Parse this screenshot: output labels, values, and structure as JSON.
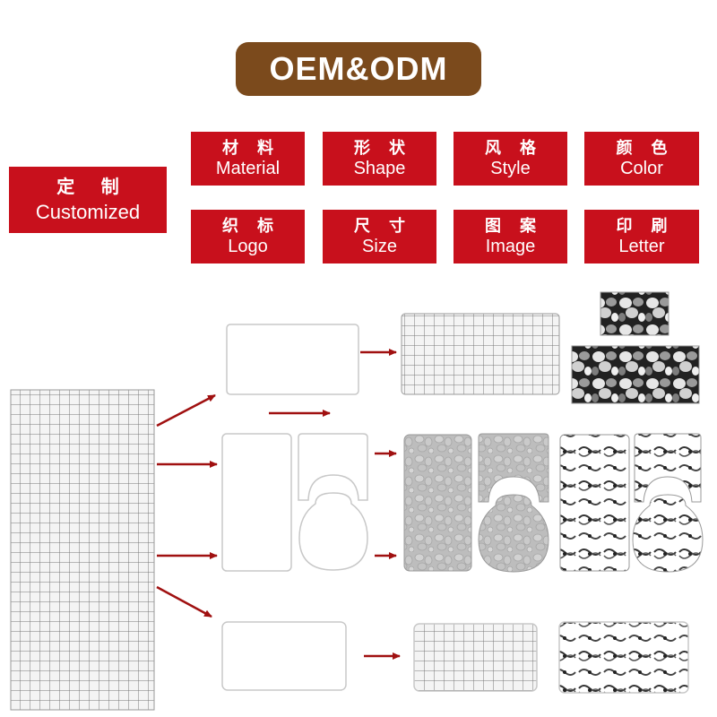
{
  "header": {
    "title": "OEM&ODM"
  },
  "customized": {
    "cn": "定 制",
    "en": "Customized"
  },
  "options": [
    {
      "cn": "材 料",
      "en": "Material"
    },
    {
      "cn": "形 状",
      "en": "Shape"
    },
    {
      "cn": "风 格",
      "en": "Style"
    },
    {
      "cn": "颜 色",
      "en": "Color"
    },
    {
      "cn": "织 标",
      "en": "Logo"
    },
    {
      "cn": "尺 寸",
      "en": "Size"
    },
    {
      "cn": "图 案",
      "en": "Image"
    },
    {
      "cn": "印 刷",
      "en": "Letter"
    }
  ],
  "colors": {
    "banner": "#7b4a1c",
    "red": "#c8101c",
    "arrow": "#a01010",
    "outline": "#c8c8c8"
  }
}
